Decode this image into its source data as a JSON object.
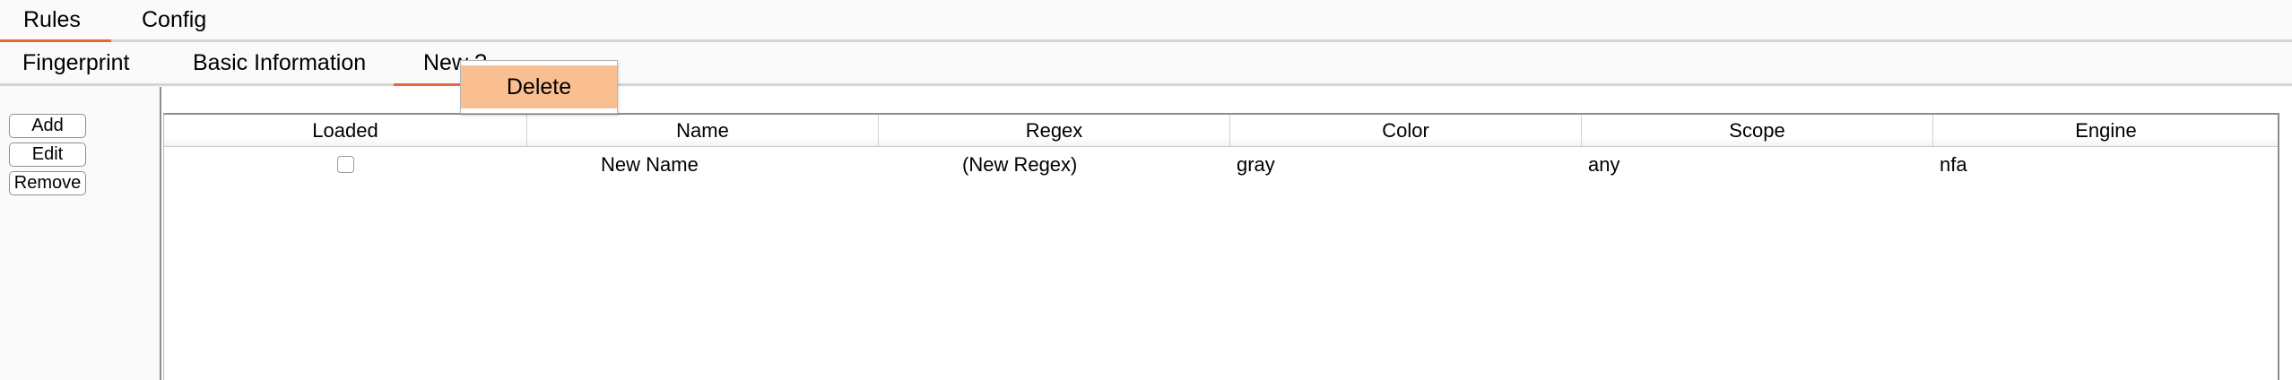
{
  "primary_tabs": [
    {
      "label": "Rules",
      "active": true
    },
    {
      "label": "Config",
      "active": false
    }
  ],
  "secondary_tabs": [
    {
      "label": "Fingerprint",
      "active": false
    },
    {
      "label": "Basic Information",
      "active": false
    },
    {
      "label": "New ?",
      "active": true
    }
  ],
  "popup": {
    "item_label": "Delete"
  },
  "side_buttons": [
    {
      "label": "Add"
    },
    {
      "label": "Edit"
    },
    {
      "label": "Remove"
    }
  ],
  "table": {
    "columns": [
      "Loaded",
      "Name",
      "Regex",
      "Color",
      "Scope",
      "Engine"
    ],
    "rows": [
      {
        "loaded": "",
        "name": "New Name",
        "regex": "(New Regex)",
        "color": "gray",
        "scope": "any",
        "engine": "nfa"
      }
    ]
  },
  "colors": {
    "accent": "#e8663c",
    "popup_highlight": "#f9bf90",
    "panel_bg": "#fafafa",
    "border": "#8c8c96"
  }
}
